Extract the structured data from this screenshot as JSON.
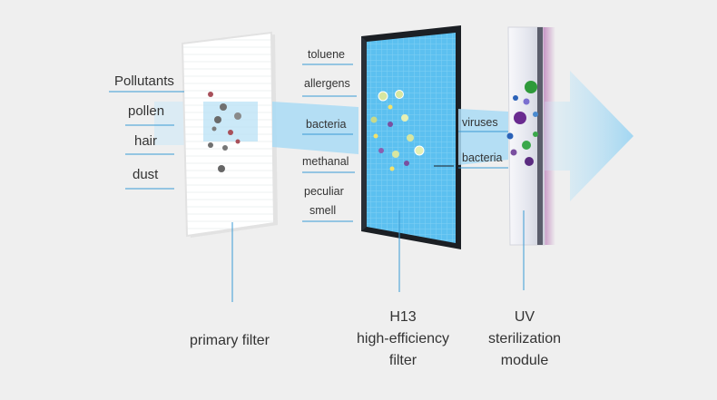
{
  "pollutants": {
    "heading": "Pollutants",
    "items": [
      "pollen",
      "hair",
      "dust"
    ]
  },
  "h13_labels": [
    "toluene",
    "allergens",
    "bacteria",
    "methanal",
    "peculiar",
    "smell"
  ],
  "uv_labels": [
    "viruses",
    "bacteria"
  ],
  "stages": {
    "primary": "primary filter",
    "h13": [
      "H13",
      "high-efficiency",
      "filter"
    ],
    "uv": [
      "UV",
      "sterilization",
      "module"
    ]
  },
  "colors": {
    "background": "#efefef",
    "airflow": "#9fd6f2",
    "h13_fill": "#5cc0f0",
    "h13_frame": "#1b1f24",
    "leader_line": "#3a9bd4",
    "uv_glow": "#a0409c"
  }
}
